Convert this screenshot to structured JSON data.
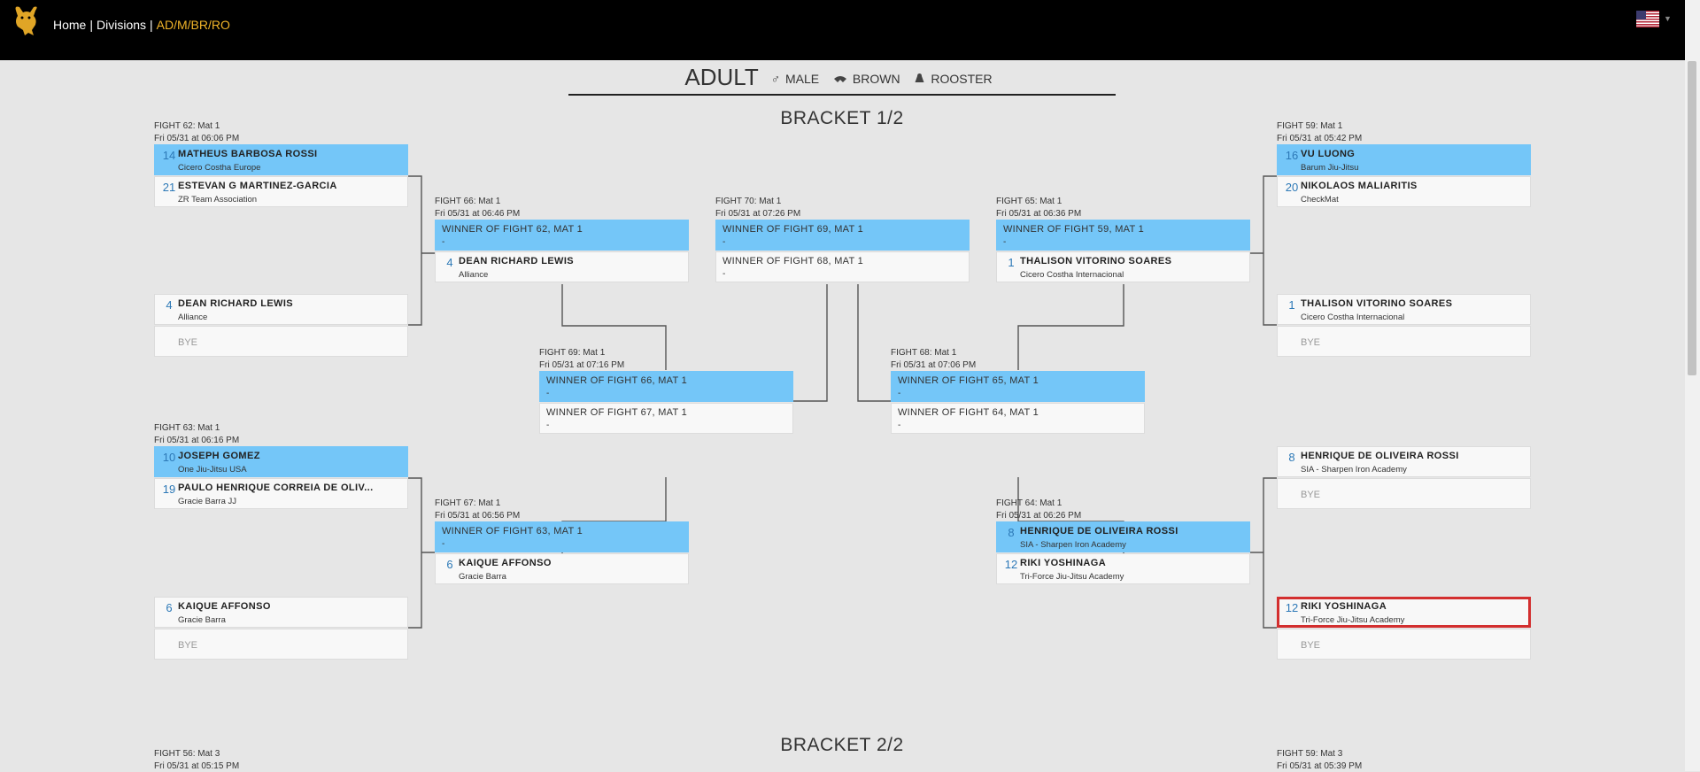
{
  "nav": {
    "home": "Home",
    "divisions": "Divisions",
    "current": "AD/M/BR/RO",
    "sep": "|"
  },
  "icons": {
    "logo": "bull-logo-icon",
    "flag": "us-flag-icon",
    "male": "male-icon",
    "belt": "belt-icon",
    "weight": "weight-icon"
  },
  "division": {
    "age": "ADULT",
    "gender": "MALE",
    "belt": "BROWN",
    "weight": "ROOSTER"
  },
  "brackets": {
    "b1": "BRACKET 1/2",
    "b2": "BRACKET 2/2"
  },
  "colors": {
    "winner": "#74c6f8",
    "accent": "#f0b429",
    "highlight": "#d32f2f",
    "seed": "#2d79b7"
  },
  "matches": [
    {
      "fight": "FIGHT 62: Mat 1",
      "time": "Fri 05/31 at 06:06 PM",
      "slots": [
        {
          "win": true,
          "seed": "14",
          "name": "MATHEUS BARBOSA ROSSI",
          "team": "Cicero Costha Europe"
        },
        {
          "seed": "21",
          "name": "ESTEVAN G MARTINEZ-GARCIA",
          "team": "ZR Team Association"
        }
      ]
    },
    {
      "slots": [
        {
          "seed": "4",
          "name": "DEAN RICHARD LEWIS",
          "team": "Alliance"
        },
        {
          "bye": "BYE"
        }
      ]
    },
    {
      "fight": "FIGHT 63: Mat 1",
      "time": "Fri 05/31 at 06:16 PM",
      "slots": [
        {
          "win": true,
          "seed": "10",
          "name": "JOSEPH GOMEZ",
          "team": "One Jiu-Jitsu USA"
        },
        {
          "seed": "19",
          "name": "PAULO HENRIQUE CORREIA DE OLIV...",
          "team": "Gracie Barra JJ"
        }
      ]
    },
    {
      "slots": [
        {
          "seed": "6",
          "name": "KAIQUE AFFONSO",
          "team": "Gracie Barra"
        },
        {
          "bye": "BYE"
        }
      ]
    },
    {
      "fight": "FIGHT 66: Mat 1",
      "time": "Fri 05/31 at 06:46 PM",
      "slots": [
        {
          "win": true,
          "ph": "WINNER OF FIGHT 62, MAT 1",
          "phs": "-"
        },
        {
          "seed": "4",
          "name": "DEAN RICHARD LEWIS",
          "team": "Alliance"
        }
      ]
    },
    {
      "fight": "FIGHT 67: Mat 1",
      "time": "Fri 05/31 at 06:56 PM",
      "slots": [
        {
          "win": true,
          "ph": "WINNER OF FIGHT 63, MAT 1",
          "phs": "-"
        },
        {
          "seed": "6",
          "name": "KAIQUE AFFONSO",
          "team": "Gracie Barra"
        }
      ]
    },
    {
      "fight": "FIGHT 69: Mat 1",
      "time": "Fri 05/31 at 07:16 PM",
      "slots": [
        {
          "win": true,
          "ph": "WINNER OF FIGHT 66, MAT 1",
          "phs": "-"
        },
        {
          "ph": "WINNER OF FIGHT 67, MAT 1",
          "phs": "-"
        }
      ]
    },
    {
      "fight": "FIGHT 70: Mat 1",
      "time": "Fri 05/31 at 07:26 PM",
      "slots": [
        {
          "win": true,
          "ph": "WINNER OF FIGHT 69, MAT 1",
          "phs": "-"
        },
        {
          "ph": "WINNER OF FIGHT 68, MAT 1",
          "phs": "-"
        }
      ]
    },
    {
      "fight": "FIGHT 68: Mat 1",
      "time": "Fri 05/31 at 07:06 PM",
      "slots": [
        {
          "win": true,
          "ph": "WINNER OF FIGHT 65, MAT 1",
          "phs": "-"
        },
        {
          "ph": "WINNER OF FIGHT 64, MAT 1",
          "phs": "-"
        }
      ]
    },
    {
      "fight": "FIGHT 65: Mat 1",
      "time": "Fri 05/31 at 06:36 PM",
      "slots": [
        {
          "win": true,
          "ph": "WINNER OF FIGHT 59, MAT 1",
          "phs": "-"
        },
        {
          "seed": "1",
          "name": "THALISON VITORINO SOARES",
          "team": "Cicero Costha Internacional"
        }
      ]
    },
    {
      "fight": "FIGHT 64: Mat 1",
      "time": "Fri 05/31 at 06:26 PM",
      "slots": [
        {
          "win": true,
          "seed": "8",
          "name": "HENRIQUE DE OLIVEIRA ROSSI",
          "team": "SIA - Sharpen Iron Academy"
        },
        {
          "seed": "12",
          "name": "RIKI YOSHINAGA",
          "team": "Tri-Force Jiu-Jitsu Academy"
        }
      ]
    },
    {
      "fight": "FIGHT 59: Mat 1",
      "time": "Fri 05/31 at 05:42 PM",
      "slots": [
        {
          "win": true,
          "seed": "16",
          "name": "VU LUONG",
          "team": "Barum Jiu-Jitsu"
        },
        {
          "seed": "20",
          "name": "NIKOLAOS MALIARITIS",
          "team": "CheckMat"
        }
      ]
    },
    {
      "slots": [
        {
          "seed": "1",
          "name": "THALISON VITORINO SOARES",
          "team": "Cicero Costha Internacional"
        },
        {
          "bye": "BYE"
        }
      ]
    },
    {
      "slots": [
        {
          "seed": "8",
          "name": "HENRIQUE DE OLIVEIRA ROSSI",
          "team": "SIA - Sharpen Iron Academy"
        },
        {
          "bye": "BYE"
        }
      ]
    },
    {
      "slots": [
        {
          "highlight": true,
          "seed": "12",
          "name": "RIKI YOSHINAGA",
          "team": "Tri-Force Jiu-Jitsu Academy"
        },
        {
          "bye": "BYE"
        }
      ]
    },
    {
      "fight": "FIGHT 56: Mat 3",
      "time": "Fri 05/31 at 05:15 PM",
      "slots": []
    },
    {
      "fight": "FIGHT 59: Mat 3",
      "time": "Fri 05/31 at 05:39 PM",
      "slots": []
    }
  ]
}
